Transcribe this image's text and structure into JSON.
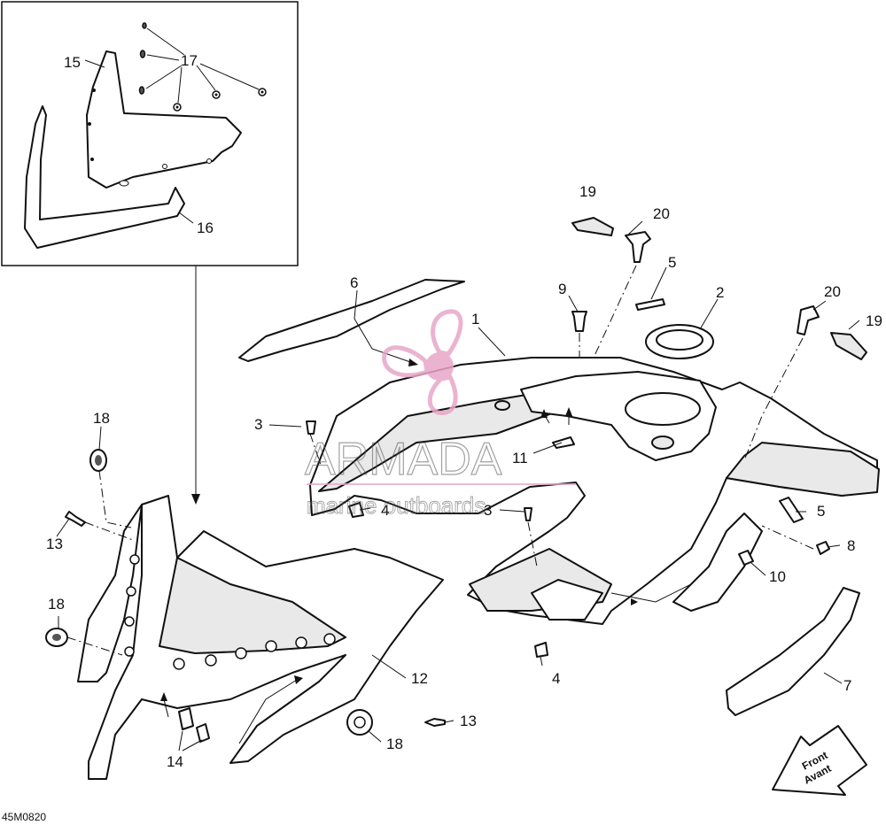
{
  "diagram": {
    "drawing_code": "45M0820",
    "callouts": [
      {
        "id": "c15",
        "text": "15"
      },
      {
        "id": "c17",
        "text": "17"
      },
      {
        "id": "c16",
        "text": "16"
      },
      {
        "id": "c19a",
        "text": "19"
      },
      {
        "id": "c20a",
        "text": "20"
      },
      {
        "id": "c5a",
        "text": "5"
      },
      {
        "id": "c9",
        "text": "9"
      },
      {
        "id": "c2",
        "text": "2"
      },
      {
        "id": "c6",
        "text": "6"
      },
      {
        "id": "c1",
        "text": "1"
      },
      {
        "id": "c20b",
        "text": "20"
      },
      {
        "id": "c19b",
        "text": "19"
      },
      {
        "id": "c3a",
        "text": "3"
      },
      {
        "id": "c11",
        "text": "11"
      },
      {
        "id": "c4a",
        "text": "4"
      },
      {
        "id": "c3b",
        "text": "3"
      },
      {
        "id": "c5b",
        "text": "5"
      },
      {
        "id": "c8",
        "text": "8"
      },
      {
        "id": "c18a",
        "text": "18"
      },
      {
        "id": "c13a",
        "text": "13"
      },
      {
        "id": "c18b",
        "text": "18"
      },
      {
        "id": "c10",
        "text": "10"
      },
      {
        "id": "c4b",
        "text": "4"
      },
      {
        "id": "c12",
        "text": "12"
      },
      {
        "id": "c7",
        "text": "7"
      },
      {
        "id": "c13b",
        "text": "13"
      },
      {
        "id": "c18c",
        "text": "18"
      },
      {
        "id": "c14",
        "text": "14"
      }
    ],
    "front_arrow": {
      "line1": "Front",
      "line2": "Avant"
    }
  },
  "watermark": {
    "brand": "ARMADA",
    "tagline": "marine outboards",
    "color": "#e8a6c8"
  }
}
